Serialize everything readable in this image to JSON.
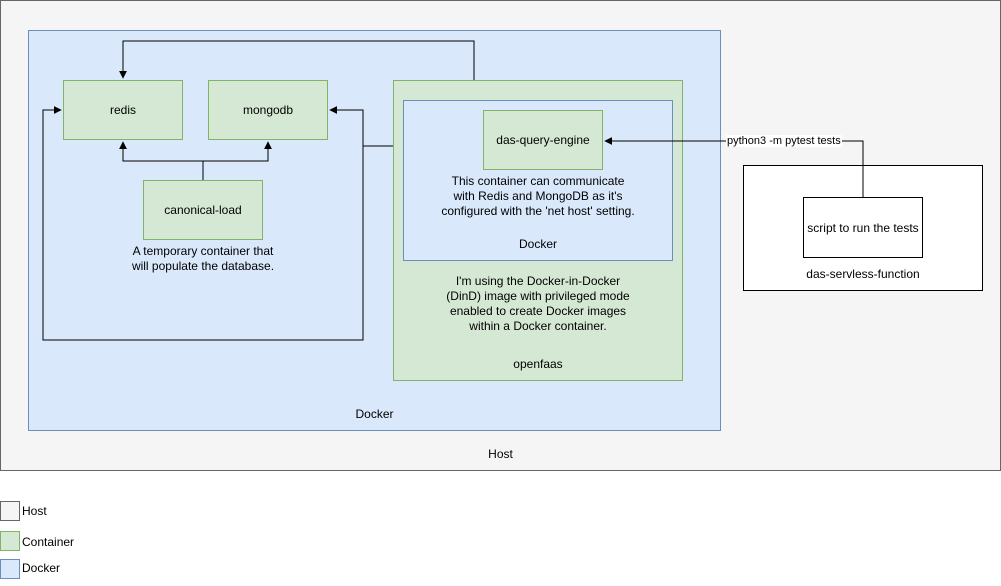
{
  "nodes": {
    "host": {
      "label": "Host"
    },
    "docker_outer": {
      "label": "Docker"
    },
    "redis": {
      "label": "redis"
    },
    "mongodb": {
      "label": "mongodb"
    },
    "canonical_load": {
      "label": "canonical-load"
    },
    "openfaas": {
      "label": "openfaas"
    },
    "docker_inner": {
      "label": "Docker"
    },
    "das_query_engine": {
      "label": "das-query-engine"
    },
    "das_serverless_function": {
      "label": "das-servless-function"
    },
    "script_tests": {
      "label": "script to run the tests"
    }
  },
  "notes": {
    "canonical_load_note": "A temporary container that\nwill populate the database.",
    "query_engine_note": "This container can communicate\nwith Redis and MongoDB as it's\nconfigured with the 'net host' setting.",
    "dind_note": "I'm using the Docker-in-Docker\n(DinD) image with privileged mode\nenabled to create Docker images\nwithin a Docker container."
  },
  "edges": {
    "pytest_label": "python3 -m pytest tests"
  },
  "legend": [
    {
      "label": "Host",
      "color": "#f5f5f5",
      "border": "#666666"
    },
    {
      "label": "Container",
      "color": "#d5e8d4",
      "border": "#82b366"
    },
    {
      "label": "Docker",
      "color": "#dae8fc",
      "border": "#6c8ebf"
    }
  ]
}
